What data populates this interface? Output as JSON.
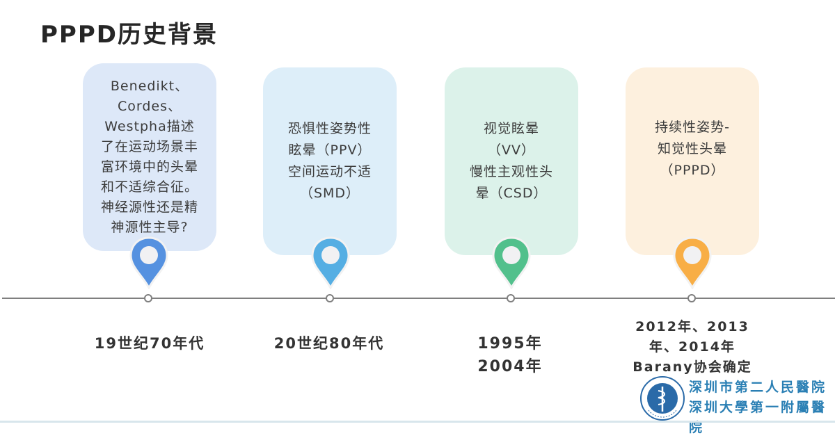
{
  "page": {
    "title": "PPPD历史背景"
  },
  "timeline": {
    "items": [
      {
        "card_text": "Benedikt、\nCordes、\nWestpha描述\n了在运动场景丰\n富环境中的头晕\n和不适综合征。\n神经源性还是精\n神源性主导?",
        "date": "19世纪70年代",
        "card_color": "#dde8f8",
        "pin_color": "#5591e0"
      },
      {
        "card_text": "恐惧性姿势性\n眩晕（PPV）\n空间运动不适\n（SMD）",
        "date": "20世纪80年代",
        "card_color": "#ddeef9",
        "pin_color": "#55aee3"
      },
      {
        "card_text": "视觉眩晕\n（VV）\n慢性主观性头\n晕（CSD）",
        "date": "1995年\n2004年",
        "card_color": "#dcf2ea",
        "pin_color": "#52c08c"
      },
      {
        "card_text": "持续性姿势-\n知觉性头晕\n（PPPD）",
        "date": "2012年、2013\n年、2014年\nBarany协会确定",
        "card_color": "#fdf0de",
        "pin_color": "#f8ae46"
      }
    ]
  },
  "footer": {
    "hospital_line1": "深圳市第二人民醫院",
    "hospital_line2": "深圳大學第一附屬醫院",
    "logo_color": "#2a6aa8"
  }
}
